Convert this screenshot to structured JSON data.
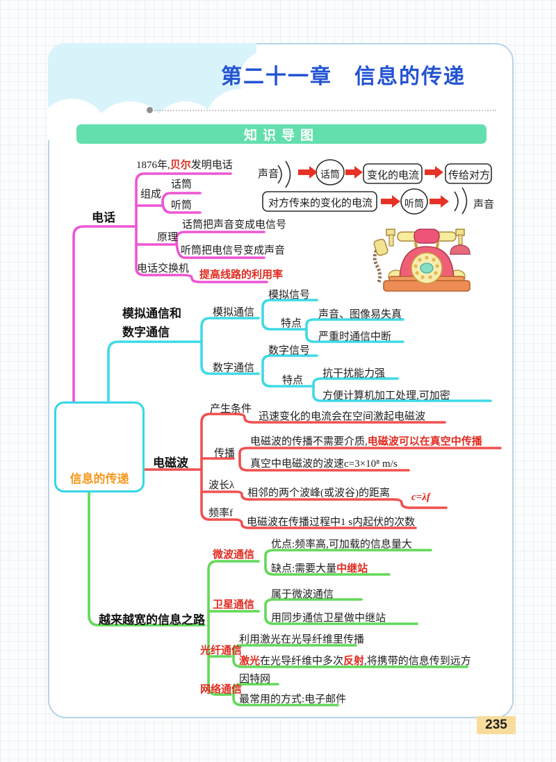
{
  "header": {
    "chapter_title": "第二十一章　信息的传递",
    "banner": "知识导图"
  },
  "footer": {
    "page_number": "235"
  },
  "colors": {
    "title_blue": "#2353d3",
    "banner_green": "#63dfae",
    "branch_pink": "#ee55d4",
    "branch_cyan": "#3fd9e6",
    "branch_red": "#f0504f",
    "branch_green": "#62d958",
    "accent_red": "#e02b20",
    "center_orange": "#f7981d",
    "page_badge": "#f8dc9b",
    "arrow_red": "#e63226",
    "sky_blue": "#d9f3fb"
  },
  "center": {
    "label": "信息的传递"
  },
  "flowchart": {
    "row1": {
      "sound": "声音",
      "mic": "话筒",
      "current": "变化的电流",
      "send": "传给对方"
    },
    "row2": {
      "incoming": "对方传来的变化的电流",
      "receiver": "听筒",
      "sound": "声音"
    }
  },
  "telephone": {
    "label": "电话",
    "year_pre": "1876年,",
    "year_red": "贝尔",
    "year_post": "发明电话",
    "compose": "组成",
    "mic": "话筒",
    "receiver": "听筒",
    "principle": "原理",
    "mic_fn": "话筒把声音变成电信号",
    "receiver_fn": "听筒把电信号变成声音",
    "switch": "电话交换机",
    "switch_note": "提高线路的利用率"
  },
  "comm": {
    "label_line1": "模拟通信和",
    "label_line2": "数字通信",
    "analog": "模拟通信",
    "analog_signal": "模拟信号",
    "feature1": "特点",
    "analog_f1": "声音、图像易失真",
    "analog_f2": "严重时通信中断",
    "digital": "数字通信",
    "digital_signal": "数字信号",
    "feature2": "特点",
    "digital_f1": "抗干扰能力强",
    "digital_f2": "方便计算机加工处理,可加密"
  },
  "em": {
    "label": "电磁波",
    "condition": "产生条件",
    "condition_text": "迅速变化的电流会在空间激起电磁波",
    "propagation": "传播",
    "prop1_pre": "电磁波的传播不需要介质,",
    "prop1_red": "电磁波可以在真空中传播",
    "prop2": "真空中电磁波的波速c=3×10⁸ m/s",
    "wavelength": "波长λ",
    "wavelength_text": "相邻的两个波峰(或波谷)的距离",
    "formula": "c=λf",
    "frequency": "频率f",
    "frequency_text": "电磁波在传播过程中1 s内起伏的次数"
  },
  "road": {
    "label": "越来越宽的信息之路",
    "micro": "微波通信",
    "micro_f1": "优点:频率高,可加载的信息量大",
    "micro_f2_pre": "缺点:需要大量",
    "micro_f2_red": "中继站",
    "sat": "卫星通信",
    "sat_f1": "属于微波通信",
    "sat_f2": "用同步通信卫星做中继站",
    "fiber": "光纤通信",
    "fiber_f1": "利用激光在光导纤维里传播",
    "fiber_f2_red1": "激光",
    "fiber_f2_mid": "在光导纤维中多次",
    "fiber_f2_red2": "反射",
    "fiber_f2_post": ",将携带的信息传到远方",
    "net": "网络通信",
    "net_f1": "因特网",
    "net_f2": "最常用的方式:电子邮件"
  }
}
